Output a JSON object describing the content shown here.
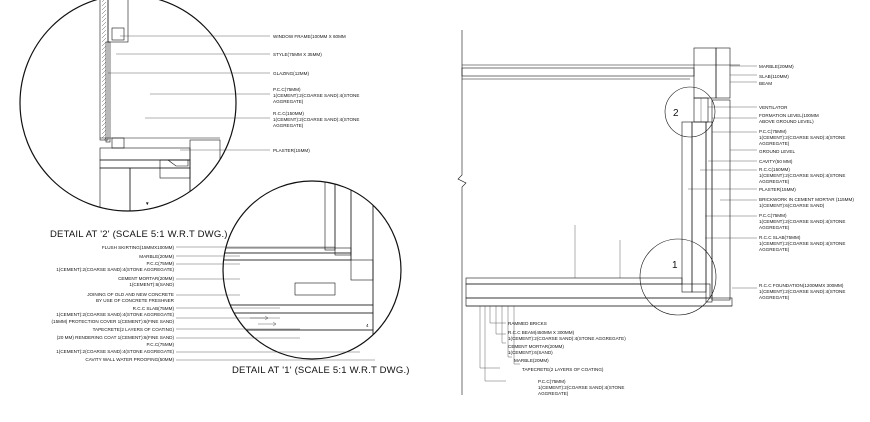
{
  "detail2": {
    "title": "DETAIL AT '2' (SCALE 5:1 W.R.T DWG.)",
    "labels": [
      "WINDOW FRAME(100MM X 60MM",
      "STYLE(75MM X 35MM)",
      "GLAZING(12MM)",
      "P.C.C(75MM)",
      "1(CEMENT):2(COARSE SAND):4(STONE",
      "AGGREGATE)",
      "R.C.C(150MM)",
      "1(CEMENT):2(COARSE SAND):4(STONE",
      "AGGREGATE)",
      "PLASTER(15MM)"
    ]
  },
  "detail1": {
    "title": "DETAIL AT '1' (SCALE 5:1 W.R.T DWG.)",
    "labels": [
      "FLUSH SKIRTING(15MMX100MM)",
      "MARBLE(20MM)",
      "P.C.C(75MM)",
      "1(CEMENT):2(COARSE SAND):4(STONE AGGREGATE)",
      "CEMENT MORTAR(20MM)",
      "1(CEMENT):6(SAND)",
      "JOINING OF OLD AND NEW CONCRETE",
      "BY USE OF CONCRETE FRESHNER",
      "R.C.C SLAB(75MM)",
      "1(CEMENT):2(COARSE SAND):4(STONE AGGREGATE)",
      "(15MM) PROTECTION COVER 1(CEMENT):6(FINE SAND)",
      "TAPECRETE(2 LAYERS OF COATING)",
      "(20 MM) RENDERING COAT 1(CEMENT):6(FINE SAND)",
      "P.C.C(75MM)",
      "1(CEMENT):2(COARSE SAND):4(STONE AGGREGATE)",
      "CAVITY WALL WATER PROOFING(50MM)"
    ],
    "marker_number": "4"
  },
  "section": {
    "callout_1": "1",
    "callout_2": "2",
    "right_labels": [
      "MARBLE(20MM)",
      "SLAB(110MM)",
      "BEAM",
      "VENTILATOR",
      "FORMATION LEVEL(100MM",
      "ABOVE GROUND LEVEL)",
      "P.C.C(75MM)",
      "1(CEMENT):2(COARSE SAND):4(STONE",
      "AGGREGATE)",
      "GROUND LEVEL",
      "CAVITY(50 MM)",
      "R.C.C(150MM)",
      "1(CEMENT):2(COARSE SAND):4(STONE",
      "AGGREGATE)",
      "PLASTER(15MM)",
      "BRICKWORK IN CEMENT MORTAR (115MM)",
      "1(CEMENT):6(COARSE SAND)",
      "P.C.C(75MM)",
      "1(CEMENT):2(COARSE SAND):4(STONE",
      "AGGREGATE)",
      "R.C.C SLAB(75MM)",
      "1(CEMENT):2(COARSE SAND):4(STONE",
      "AGGREGATE)",
      "R.C.C FOUNDATION(1200MMX 300MM)",
      "1(CEMENT):2(COARSE SAND):4(STONE",
      "AGGREGATE)"
    ],
    "bottom_labels": [
      "RAMMED BRICKS",
      "R.C.C BEAM(450MM X 300MM)",
      "1(CEMENT):2(COARSE SAND):4(STONE AGGREGATE)",
      "CEMENT MORTAR(20MM)",
      "1(CEMENT):6(SAND)",
      "MARBLE(20MM)",
      "TAPECRETE(2 LAYERS OF COATING)",
      "P.C.C(75MM)",
      "1(CEMENT):2(COARSE SAND):4(STONE",
      "AGGREGATE)"
    ]
  }
}
